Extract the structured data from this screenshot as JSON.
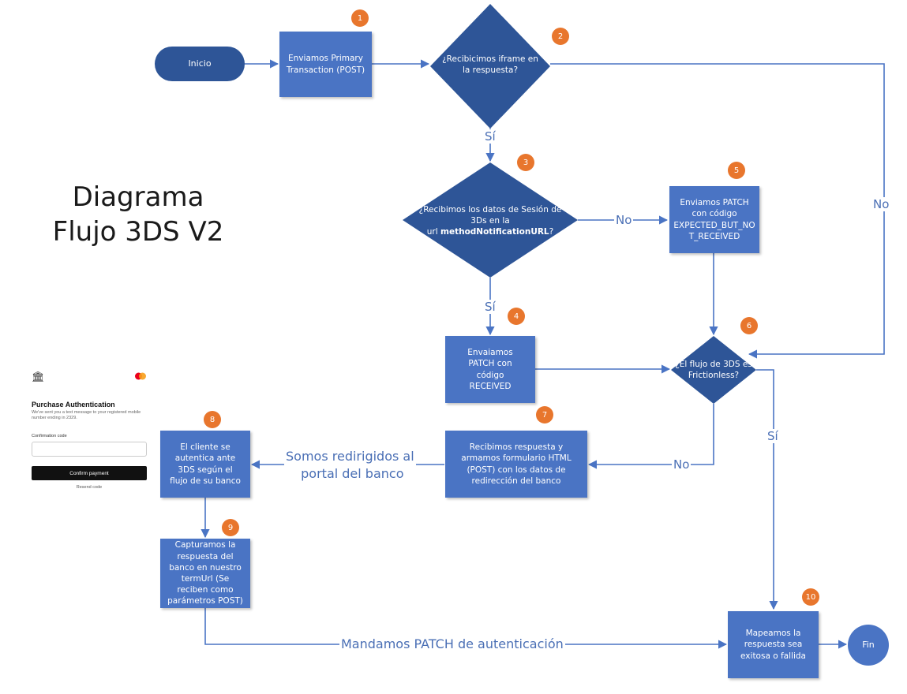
{
  "title": {
    "line1": "Diagrama",
    "line2": "Flujo 3DS V2"
  },
  "nodes": {
    "inicio": "Inicio",
    "step1": "Enviamos Primary Transaction (POST)",
    "dec2": "¿Recibicimos iframe en la respuesta?",
    "dec3_a": "¿Recibimos los datos de Sesión de 3Ds en la",
    "dec3_b_prefix": "url ",
    "dec3_b_bold": "methodNotificationURL",
    "dec3_b_suffix": "?",
    "step5": "Enviamos PATCH con código EXPECTED_BUT_NO T_RECEIVED",
    "step4": "Envaiamos PATCH con código RECEIVED",
    "dec6": "¿El flujo de 3DS es Frictionless?",
    "step7": "Recibimos respuesta y armamos formulario HTML (POST) con los datos de redirección del banco",
    "step8": "El cliente se autentica ante 3DS según el flujo de su banco",
    "step9": "Capturamos la respuesta del banco en nuestro termUrl (Se reciben como parámetros POST)",
    "step10": "Mapeamos la respuesta sea exitosa o fallida",
    "fin": "Fin"
  },
  "badges": [
    "1",
    "2",
    "3",
    "4",
    "5",
    "6",
    "7",
    "8",
    "9",
    "10"
  ],
  "labels": {
    "si_2": "Sí",
    "no_2": "No",
    "no_3": "No",
    "si_3": "Sí",
    "si_6": "Sí",
    "no_6": "No",
    "redirect": "Somos redirigidos al",
    "redirect2": "portal del banco",
    "patch_auth": "Mandamos PATCH de autenticación"
  },
  "mockup": {
    "heading": "Purchase Authentication",
    "subtext": "We've sent you a text message to your registered mobile number ending in 2329.",
    "field_label": "Confirmation code",
    "button": "Confirm payment",
    "resend": "Resend code"
  },
  "colors": {
    "box": "#4a74c4",
    "diamond": "#2e5597",
    "line": "#4a74c4",
    "badge": "#e8762d"
  }
}
